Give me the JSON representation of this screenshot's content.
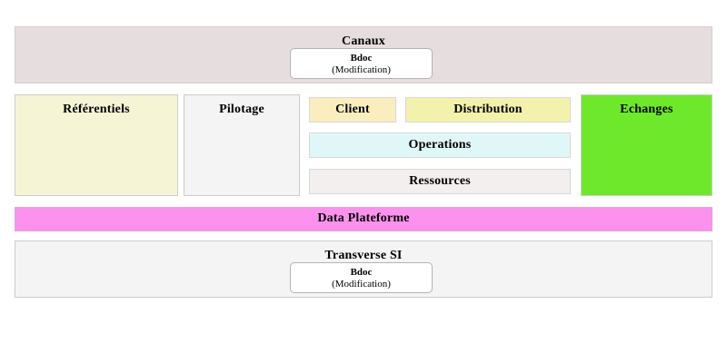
{
  "diagram": {
    "title_row": {
      "label": "Canaux",
      "bdoc": {
        "name": "Bdoc",
        "modifier": "(Modification)"
      },
      "color": "#e6dede"
    },
    "columns": [
      {
        "label": "Référentiels",
        "color": "#f5f5d5"
      },
      {
        "label": "Pilotage",
        "color": "#f4f4f4"
      }
    ],
    "middle_stack": [
      {
        "label": "Client",
        "color": "#faeebe"
      },
      {
        "label": "Distribution",
        "color": "#f2f2ac"
      },
      {
        "label": "Operations",
        "color": "#e0f7f7"
      },
      {
        "label": "Ressources",
        "color": "#f4efef"
      }
    ],
    "right_column": {
      "label": "Echanges",
      "color": "#6ee82a"
    },
    "platform_bar": {
      "label": "Data Plateforme",
      "color": "#fc92ee"
    },
    "bottom_row": {
      "label": "Transverse SI",
      "bdoc": {
        "name": "Bdoc",
        "modifier": "(Modification)"
      },
      "color": "#f4f4f4"
    }
  }
}
